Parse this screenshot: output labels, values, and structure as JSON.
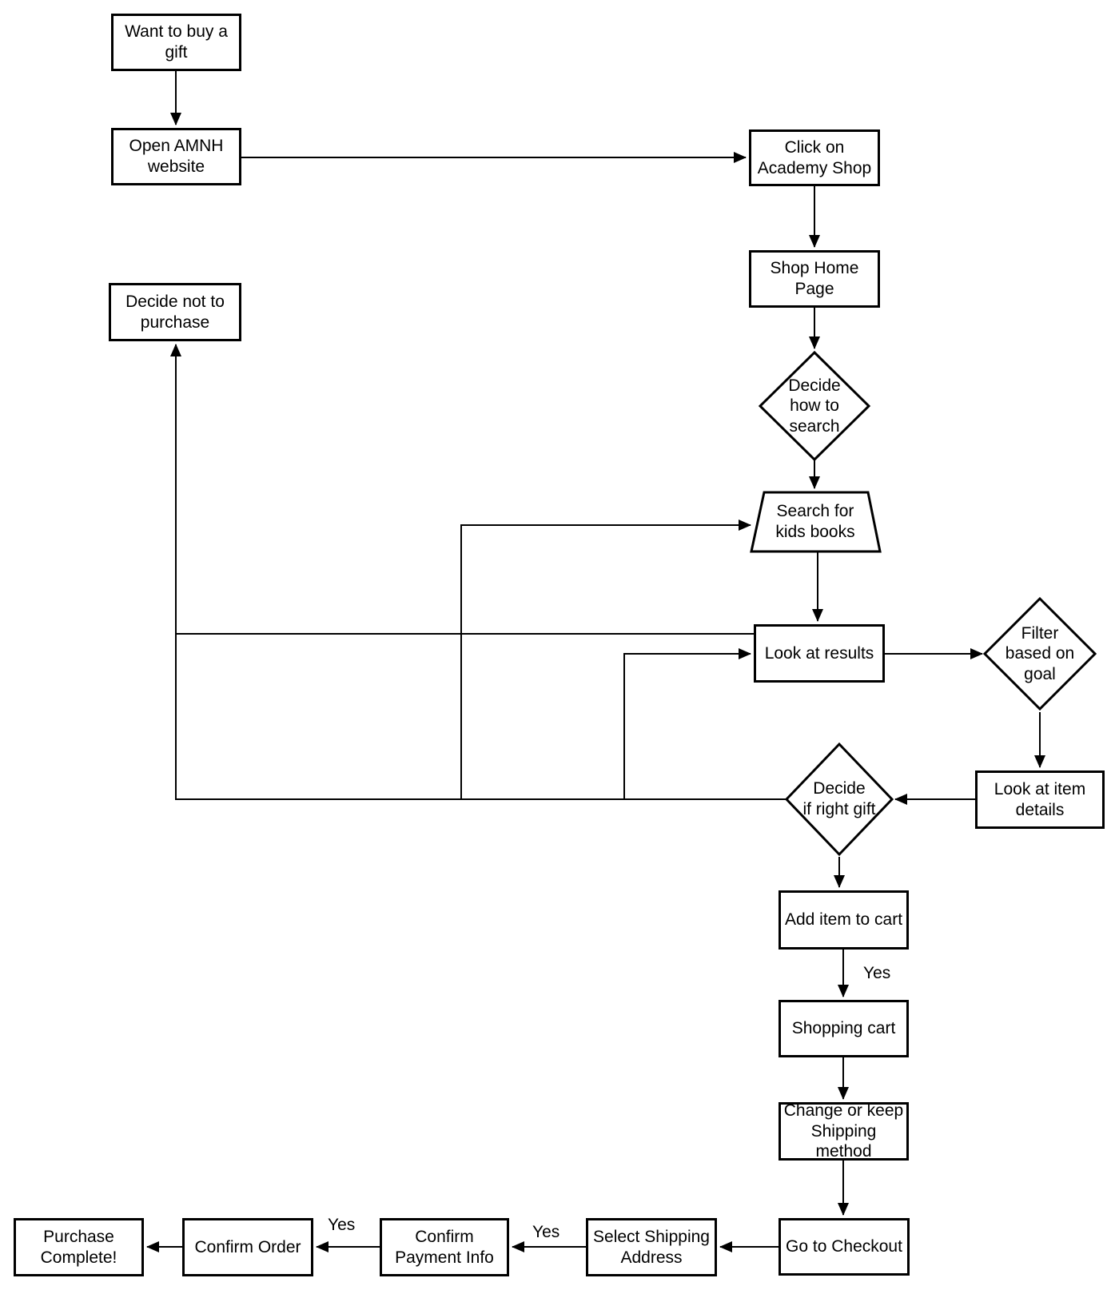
{
  "diagram": {
    "type": "flowchart",
    "colors": {
      "background": "#ffffff",
      "stroke": "#000000",
      "node_fill": "#ffffff",
      "text": "#000000"
    },
    "nodes": {
      "want_gift": {
        "shape": "rectangle",
        "label": "Want to buy a\ngift"
      },
      "open_website": {
        "shape": "rectangle",
        "label": "Open AMNH\nwebsite"
      },
      "decide_not": {
        "shape": "rectangle",
        "label": "Decide not to\npurchase"
      },
      "click_academy": {
        "shape": "rectangle",
        "label": "Click on\nAcademy Shop"
      },
      "shop_home": {
        "shape": "rectangle",
        "label": "Shop Home\nPage"
      },
      "decide_search": {
        "shape": "diamond",
        "label": "Decide\nhow to\nsearch"
      },
      "search_kids": {
        "shape": "trapezoid",
        "label": "Search for\nkids books"
      },
      "look_results": {
        "shape": "rectangle",
        "label": "Look at results"
      },
      "filter_goal": {
        "shape": "diamond",
        "label": "Filter\nbased on\ngoal"
      },
      "decide_right": {
        "shape": "diamond",
        "label": "Decide\nif right gift"
      },
      "look_item": {
        "shape": "rectangle",
        "label": "Look at item\ndetails"
      },
      "add_cart": {
        "shape": "rectangle",
        "label": "Add item to cart"
      },
      "shopping_cart": {
        "shape": "rectangle",
        "label": "Shopping cart"
      },
      "change_shipping": {
        "shape": "rectangle",
        "label": "Change or keep\nShipping\nmethod"
      },
      "go_checkout": {
        "shape": "rectangle",
        "label": "Go to Checkout"
      },
      "select_shipping": {
        "shape": "rectangle",
        "label": "Select Shipping\nAddress"
      },
      "confirm_payment": {
        "shape": "rectangle",
        "label": "Confirm\nPayment Info"
      },
      "confirm_order": {
        "shape": "rectangle",
        "label": "Confirm Order"
      },
      "purchase_complete": {
        "shape": "rectangle",
        "label": "Purchase\nComplete!"
      }
    },
    "edge_labels": {
      "yes_add_cart": "Yes",
      "yes_shipping_address": "Yes",
      "yes_payment": "Yes"
    },
    "edges": [
      {
        "from": "Want to buy a gift",
        "to": "Open AMNH website"
      },
      {
        "from": "Open AMNH website",
        "to": "Click on Academy Shop"
      },
      {
        "from": "Click on Academy Shop",
        "to": "Shop Home Page"
      },
      {
        "from": "Shop Home Page",
        "to": "Decide how to search"
      },
      {
        "from": "Decide how to search",
        "to": "Search for kids books"
      },
      {
        "from": "Search for kids books",
        "to": "Look at results"
      },
      {
        "from": "Look at results",
        "to": "Filter based on goal"
      },
      {
        "from": "Filter based on goal",
        "to": "Look at item details"
      },
      {
        "from": "Look at item details",
        "to": "Decide if right gift"
      },
      {
        "from": "Decide if right gift",
        "to": "Add item to cart"
      },
      {
        "from": "Add item to cart",
        "to": "Shopping cart",
        "label": "Yes"
      },
      {
        "from": "Shopping cart",
        "to": "Change or keep Shipping method"
      },
      {
        "from": "Change or keep Shipping method",
        "to": "Go to Checkout"
      },
      {
        "from": "Go to Checkout",
        "to": "Select Shipping Address"
      },
      {
        "from": "Select Shipping Address",
        "to": "Confirm Payment Info",
        "label": "Yes"
      },
      {
        "from": "Confirm Payment Info",
        "to": "Confirm Order",
        "label": "Yes"
      },
      {
        "from": "Confirm Order",
        "to": "Purchase Complete!"
      },
      {
        "from": "Decide if right gift",
        "to": "Search for kids books"
      },
      {
        "from": "Decide if right gift",
        "to": "Look at results"
      },
      {
        "from": "Decide if right gift",
        "to": "Decide not to purchase"
      },
      {
        "from": "Look at results",
        "to": "Decide not to purchase"
      }
    ]
  }
}
